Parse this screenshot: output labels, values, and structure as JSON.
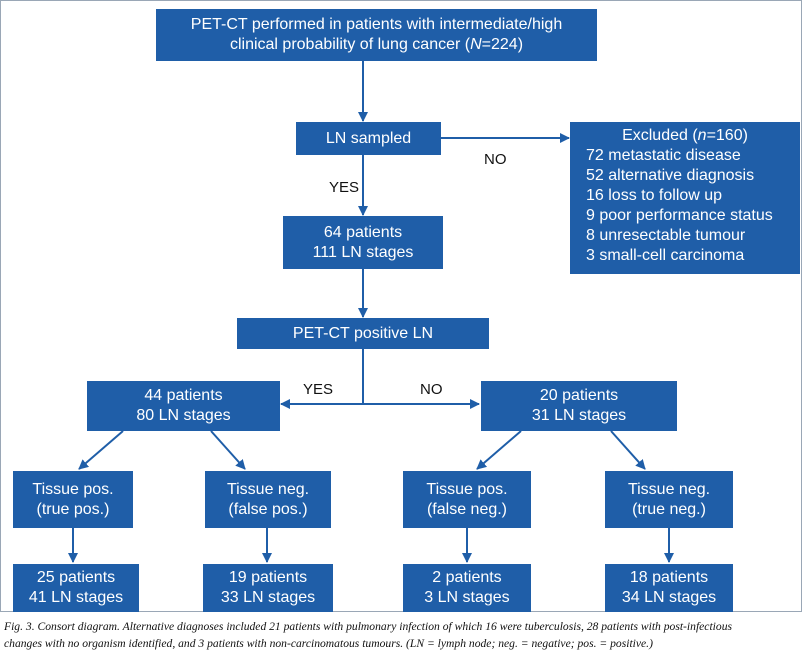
{
  "diagram": {
    "top_box": {
      "line1": "PET-CT performed in patients with intermediate/high",
      "line2_pre": "clinical probability of lung cancer (",
      "line2_var": "N",
      "line2_post": "=224)"
    },
    "ln_sampled": "LN sampled",
    "excluded": {
      "title_pre": "Excluded (",
      "title_var": "n",
      "title_post": "=160)",
      "items": [
        "72 metastatic disease",
        "52 alternative diagnosis",
        "16 loss to follow up",
        "9 poor performance status",
        "8 unresectable tumour",
        "3 small-cell carcinoma"
      ]
    },
    "labels": {
      "no_top": "NO",
      "yes_top": "YES",
      "yes_mid": "YES",
      "no_mid": "NO"
    },
    "box64": {
      "line1": "64 patients",
      "line2": "111 LN stages"
    },
    "pet_positive": "PET-CT positive LN",
    "box44": {
      "line1": "44 patients",
      "line2": "80 LN stages"
    },
    "box20": {
      "line1": "20 patients",
      "line2": "31 LN stages"
    },
    "tissue_boxes": [
      {
        "line1": "Tissue pos.",
        "line2": "(true pos.)"
      },
      {
        "line1": "Tissue neg.",
        "line2": "(false pos.)"
      },
      {
        "line1": "Tissue pos.",
        "line2": "(false neg.)"
      },
      {
        "line1": "Tissue neg.",
        "line2": "(true neg.)"
      }
    ],
    "result_boxes": [
      {
        "line1": "25 patients",
        "line2": "41 LN stages"
      },
      {
        "line1": "19 patients",
        "line2": "33 LN stages"
      },
      {
        "line1": "2 patients",
        "line2": "3 LN stages"
      },
      {
        "line1": "18 patients",
        "line2": "34 LN stages"
      }
    ]
  },
  "caption": {
    "line1": "Fig. 3. Consort diagram. Alternative diagnoses included 21 patients with pulmonary infection of which 16 were tuberculosis, 28 patients with post-infectious",
    "line2": "changes with no organism identified, and 3 patients with non-carcinomatous tumours. (LN = lymph node; neg. = negative; pos. = positive.)"
  },
  "colors": {
    "box_fill": "#1f5ea8",
    "box_text": "#ffffff",
    "arrow": "#1f5ea8"
  }
}
